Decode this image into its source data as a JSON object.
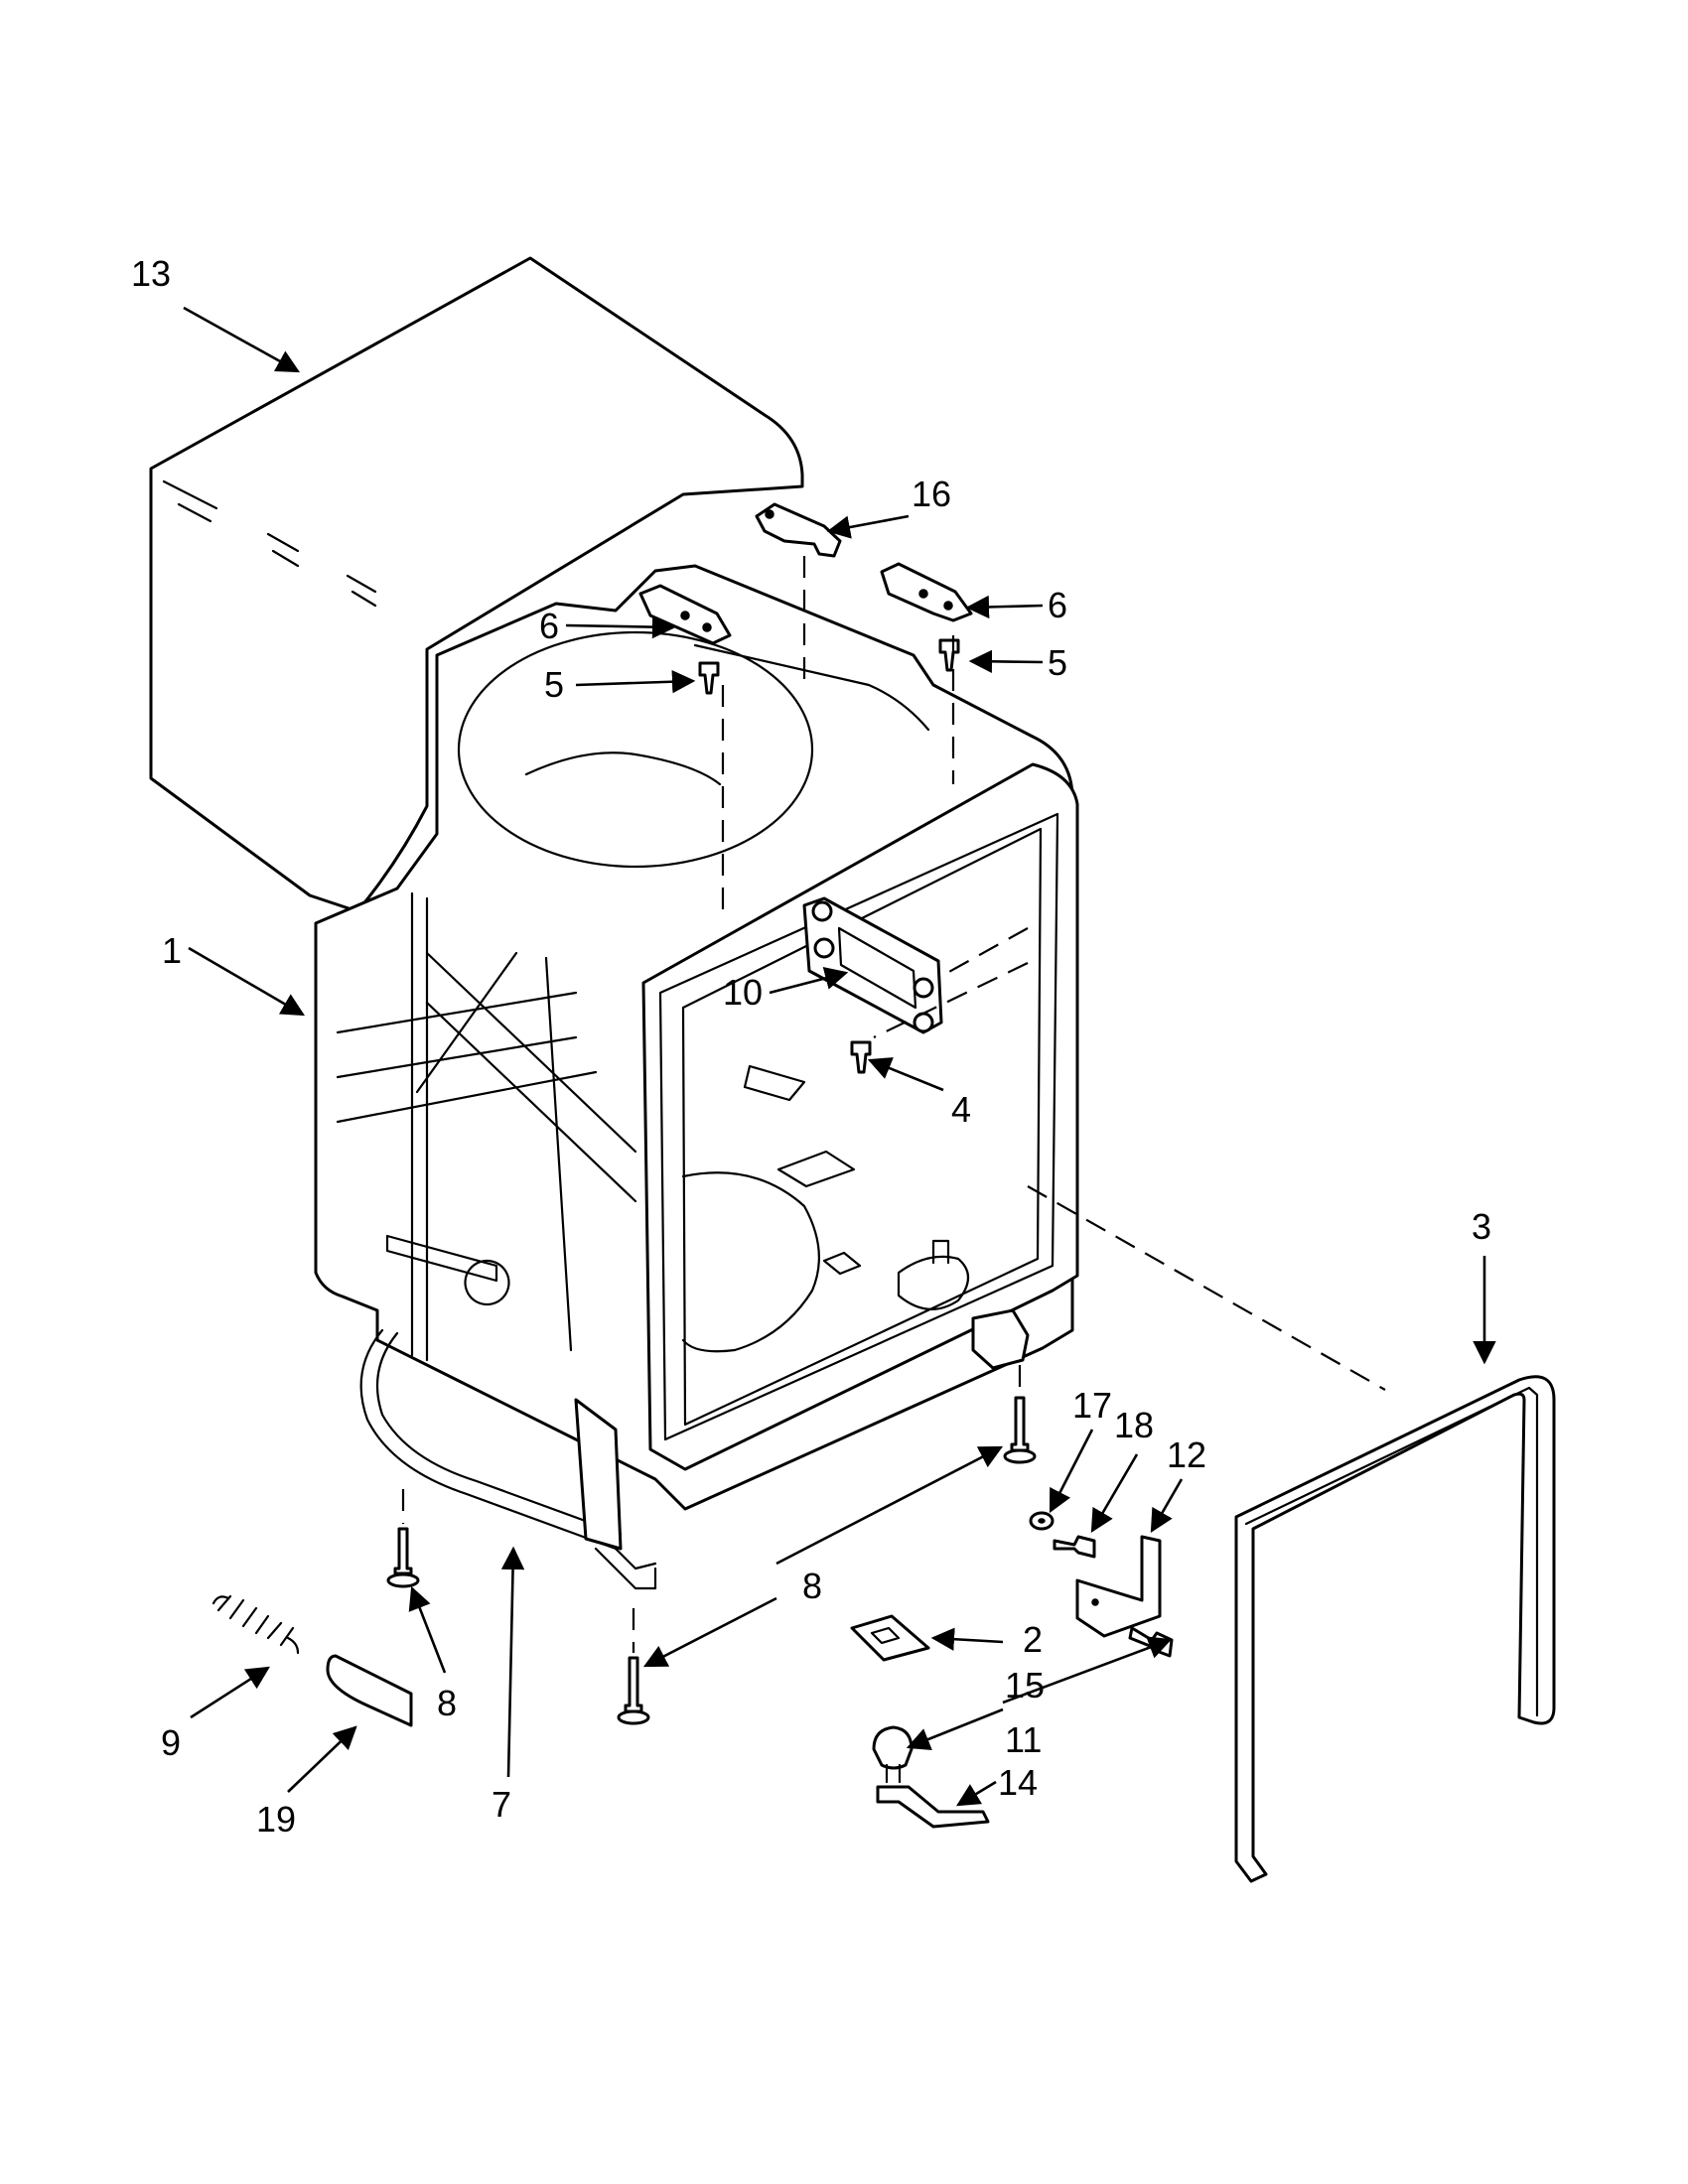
{
  "diagram": {
    "type": "exploded-parts-diagram",
    "line_color": "#000000",
    "background": "#ffffff",
    "callouts": {
      "c1": "1",
      "c2": "2",
      "c3": "3",
      "c4": "4",
      "c5a": "5",
      "c5b": "5",
      "c6a": "6",
      "c6b": "6",
      "c7": "7",
      "c8a": "8",
      "c8b": "8",
      "c9": "9",
      "c10": "10",
      "c11": "11",
      "c12": "12",
      "c13": "13",
      "c14": "14",
      "c15": "15",
      "c16": "16",
      "c17": "17",
      "c18": "18",
      "c19": "19"
    }
  }
}
